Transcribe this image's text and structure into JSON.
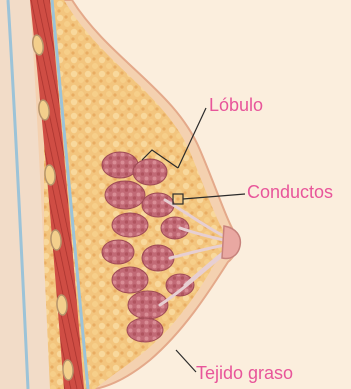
{
  "labels": {
    "lobule": "Lóbulo",
    "ducts": "Conductos",
    "fatty_tissue": "Tejido graso"
  },
  "colors": {
    "label_text": "#e8559a",
    "background": "#fbeedd",
    "fat": "#f3c57e",
    "skin": "#f4d1b0",
    "muscle": "#c9473f",
    "lobule": "#c46f7a",
    "leader_line": "#2b2b2b"
  }
}
